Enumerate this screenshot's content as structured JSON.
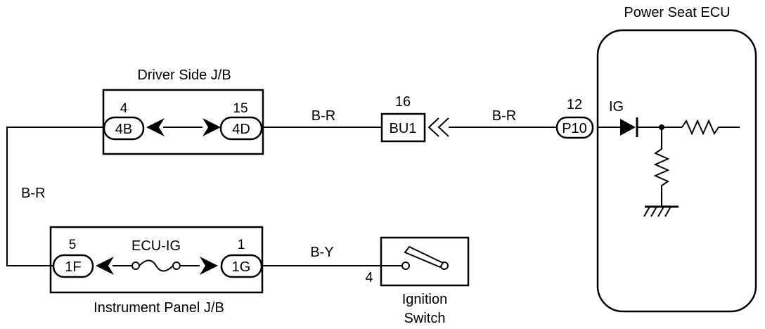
{
  "ecu": {
    "title": "Power Seat ECU",
    "terminal_label": "IG"
  },
  "driver_jb": {
    "title": "Driver Side J/B",
    "left": {
      "pin": "4",
      "connector": "4B"
    },
    "right": {
      "pin": "15",
      "connector": "4D"
    }
  },
  "instrument_jb": {
    "title": "Instrument Panel J/B",
    "fuse": "ECU-IG",
    "left": {
      "pin": "5",
      "connector": "1F"
    },
    "right": {
      "pin": "1",
      "connector": "1G"
    }
  },
  "bu1": {
    "pin": "16",
    "connector": "BU1"
  },
  "p10": {
    "pin": "12",
    "connector": "P10"
  },
  "ignition": {
    "line1": "Ignition",
    "line2": "Switch",
    "pin": "4"
  },
  "wires": {
    "br_top_left": "B-R",
    "br_top_right": "B-R",
    "br_side": "B-R",
    "by": "B-Y"
  }
}
